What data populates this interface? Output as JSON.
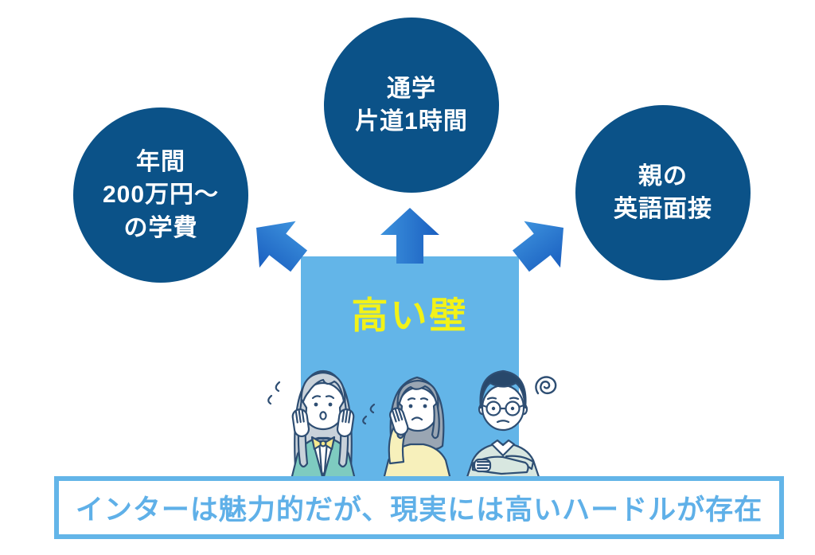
{
  "circles": [
    {
      "id": "tuition",
      "lines": [
        "年間",
        "200万円〜",
        "の学費"
      ]
    },
    {
      "id": "commute",
      "lines": [
        "通学",
        "片道1時間"
      ]
    },
    {
      "id": "interview",
      "lines": [
        "親の",
        "英語面接"
      ]
    }
  ],
  "wall": {
    "label": "高い壁"
  },
  "banner": {
    "text": "インターは魅力的だが、現実には高いハードルが存在"
  },
  "icons": {
    "arrows": [
      "arrow-up-left",
      "arrow-up",
      "arrow-up-right"
    ],
    "figures": [
      "worried-woman-hands-on-cheeks",
      "worried-woman-hand-on-cheek",
      "worried-man-arms-crossed"
    ],
    "marks": [
      "sweat-drops",
      "sweat-drops",
      "confusion-spiral"
    ]
  },
  "colors": {
    "circle_fill": "#0b5288",
    "circle_text": "#ffffff",
    "wall_fill": "#63b5e8",
    "wall_label": "#f2f218",
    "arrow_light": "#3d92dd",
    "arrow_dark": "#1a5fc0",
    "banner_border": "#63b5e8",
    "banner_text": "#5fb0e8",
    "illustration_outline": "#2e4e73"
  }
}
